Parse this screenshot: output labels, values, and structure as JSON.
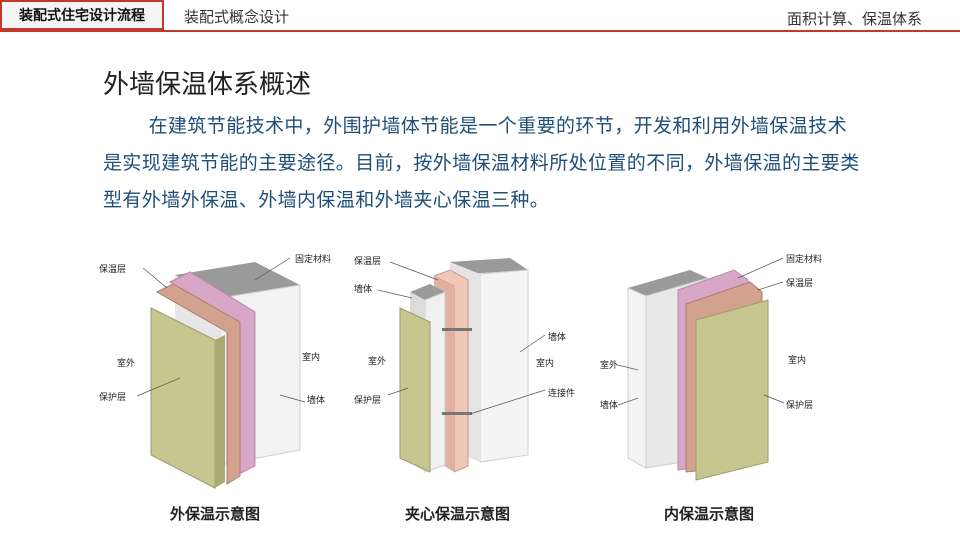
{
  "header": {
    "section_tab": "装配式住宅设计流程",
    "subtitle": "装配式概念设计",
    "right_title": "面积计算、保温体系"
  },
  "heading": "外墙保温体系概述",
  "paragraph": "在建筑节能技术中，外围护墙体节能是一个重要的环节，开发和利用外墙保温技术是实现建筑节能的主要途径。目前，按外墙保温材料所处位置的不同，外墙保温的主要类型有外墙外保温、外墙内保温和外墙夹心保温三种。",
  "diagrams": [
    {
      "caption": "外保温示意图",
      "labels": {
        "insulation": "保温层",
        "fixing": "固定材料",
        "outdoor": "室外",
        "indoor": "室内",
        "protective": "保护层",
        "wall": "墙体"
      }
    },
    {
      "caption": "夹心保温示意图",
      "labels": {
        "insulation": "保温层",
        "wall_top": "墙体",
        "outdoor": "室外",
        "protective": "保护层",
        "wall_right": "墙体",
        "indoor": "室内",
        "connector": "连接件"
      }
    },
    {
      "caption": "内保温示意图",
      "labels": {
        "fixing": "固定材料",
        "insulation": "保温层",
        "outdoor": "室外",
        "wall": "墙体",
        "indoor": "室内",
        "protective": "保护层"
      }
    }
  ]
}
